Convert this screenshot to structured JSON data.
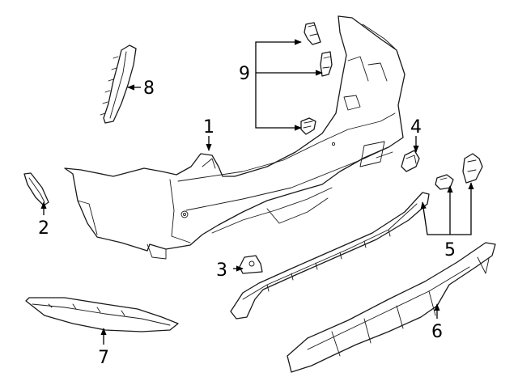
{
  "diagram": {
    "callouts": {
      "c1": "1",
      "c2": "2",
      "c3": "3",
      "c4": "4",
      "c5": "5",
      "c6": "6",
      "c7": "7",
      "c8": "8",
      "c9": "9"
    }
  },
  "colors": {
    "line": "#1a1a1a",
    "background": "#ffffff"
  }
}
